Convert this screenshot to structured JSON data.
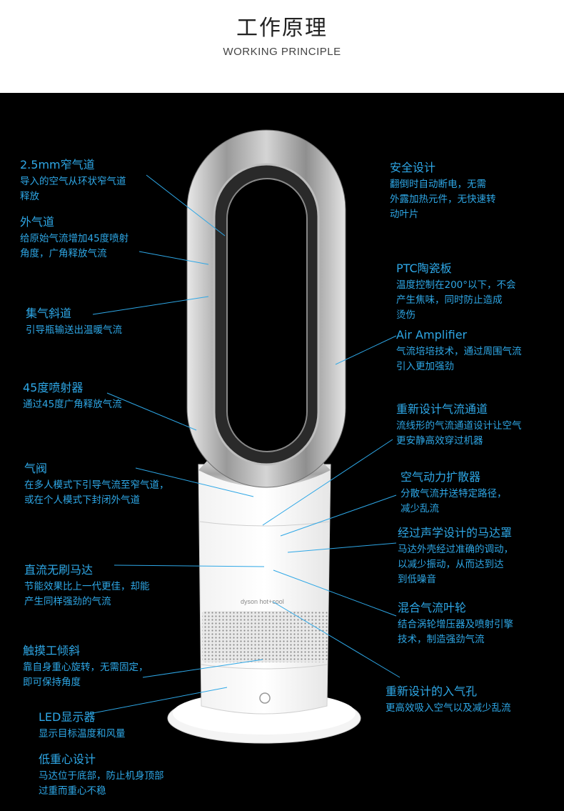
{
  "header": {
    "title": "工作原理",
    "subtitle": "WORKING PRINCIPLE"
  },
  "product": {
    "brand_text": "dyson hot+cool"
  },
  "labels_left": [
    {
      "id": "narrow-airway",
      "title": "2.5mm窄气道",
      "desc": "导入的空气从环状窄气道\n释放"
    },
    {
      "id": "outer-airway",
      "title": "外气道",
      "desc": "给原始气流增加45度喷射\n角度，广角释放气流"
    },
    {
      "id": "air-ramp",
      "title": "集气斜道",
      "desc": "引导瓶输送出温暖气流"
    },
    {
      "id": "jet-45",
      "title": "45度喷射器",
      "desc": "通过45度广角释放气流"
    },
    {
      "id": "air-valve",
      "title": "气阀",
      "desc": "在多人模式下引导气流至窄气道，\n或在个人模式下封闭外气道"
    },
    {
      "id": "brushless-motor",
      "title": "直流无刷马达",
      "desc": "节能效果比上一代更佳，却能\n产生同样强劲的气流"
    },
    {
      "id": "touch-tilt",
      "title": "触摸工倾斜",
      "desc": "靠自身重心旋转，无需固定，\n即可保持角度"
    },
    {
      "id": "led-display",
      "title": "LED显示器",
      "desc": "显示目标温度和风量"
    },
    {
      "id": "low-center",
      "title": "低重心设计",
      "desc": "马达位于底部，防止机身顶部\n过重而重心不稳"
    }
  ],
  "labels_right": [
    {
      "id": "safety",
      "title": "安全设计",
      "desc": "翻倒时自动断电，无需\n外露加热元件，无快速转\n动叶片"
    },
    {
      "id": "ptc",
      "title": "PTC陶瓷板",
      "desc": "温度控制在200°以下，不会\n产生焦味，同时防止造成\n烫伤"
    },
    {
      "id": "air-amplifier",
      "title": "Air Amplifier",
      "desc": "气流培培技术，通过周围气流\n引入更加强劲"
    },
    {
      "id": "redesigned-path",
      "title": "重新设计气流通道",
      "desc": "流线形的气流通道设计让空气\n更安静高效穿过机器"
    },
    {
      "id": "diffuser",
      "title": "空气动力扩散器",
      "desc": "分散气流并送特定路径，\n减少乱流"
    },
    {
      "id": "motor-housing",
      "title": "经过声学设计的马达罩",
      "desc": "马达外壳经过准确的调动，\n以减少振动，从而达到达\n到低噪音"
    },
    {
      "id": "mixed-impeller",
      "title": "混合气流叶轮",
      "desc": "结合涡轮增压器及喷射引擎\n技术，制造强劲气流"
    },
    {
      "id": "intake-holes",
      "title": "重新设计的入气孔",
      "desc": "更高效吸入空气以及减少乱流"
    }
  ],
  "colors": {
    "label_blue": "#2ea7e6",
    "panel_bg": "#000000",
    "header_bg": "#ffffff"
  }
}
